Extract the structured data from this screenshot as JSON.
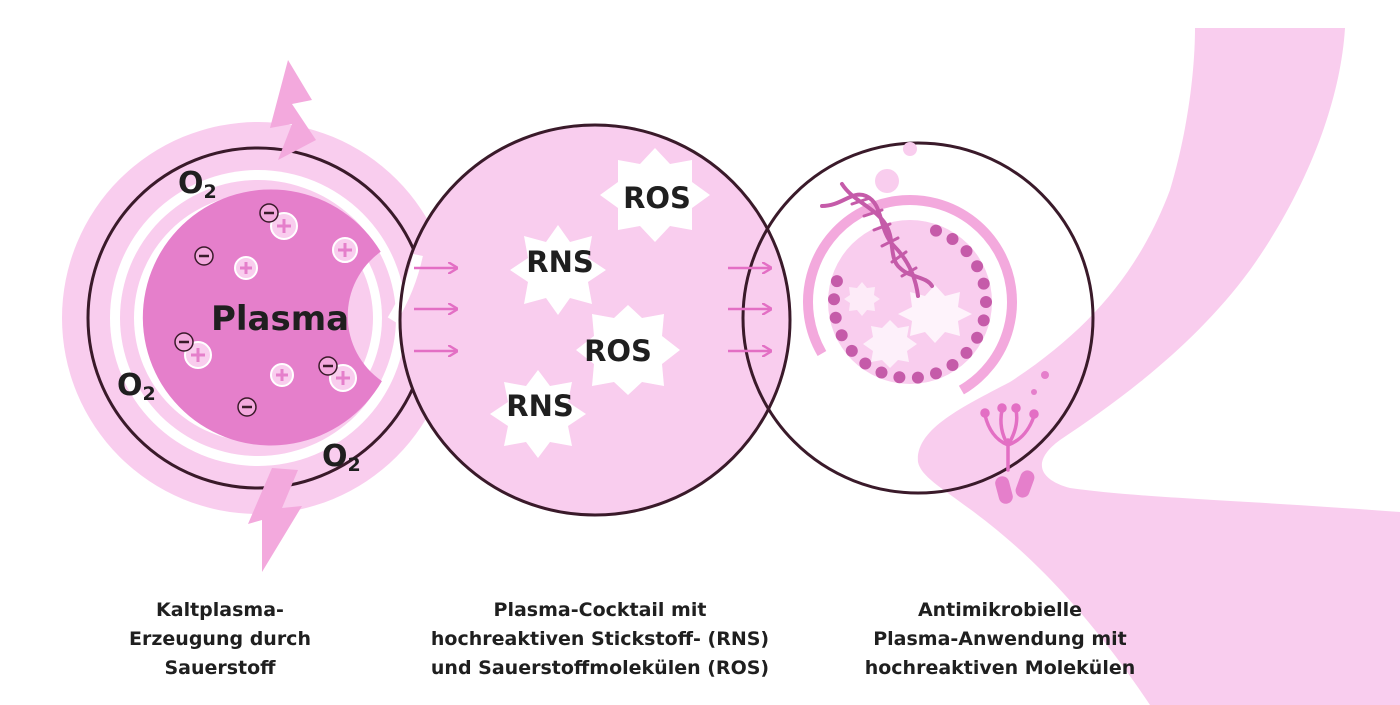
{
  "stage1": {
    "plasma_label": "Plasma",
    "oxygen_labels": [
      {
        "main": "O",
        "sub": "2"
      },
      {
        "main": "O",
        "sub": "2"
      },
      {
        "main": "O",
        "sub": "2"
      }
    ],
    "caption": [
      "Kaltplasma-",
      "Erzeugung durch",
      "Sauerstoff"
    ]
  },
  "stage2": {
    "species_labels": [
      "ROS",
      "RNS",
      "ROS",
      "RNS"
    ],
    "caption": [
      "Plasma-Cocktail mit",
      "hochreaktiven Stickstoff- (RNS)",
      "und Sauerstoffmolekülen (ROS)"
    ]
  },
  "stage3": {
    "caption": [
      "Antimikrobielle",
      "Plasma-Anwendung mit",
      "hochreaktiven Molekülen"
    ]
  },
  "colors": {
    "light_pink": "#f9cdee",
    "mid_pink": "#f3a9dd",
    "plasma_pink": "#e57fcb",
    "magenta": "#c55ba9",
    "outline": "#3a1a2a",
    "text": "#1f1f1f"
  },
  "icons": [
    "lightning-bolt-icon",
    "plus-ion-icon",
    "minus-ion-icon",
    "arrow-right-icon",
    "dna-icon",
    "bacterium-icon",
    "star-burst-icon",
    "foot-silhouette-icon"
  ]
}
